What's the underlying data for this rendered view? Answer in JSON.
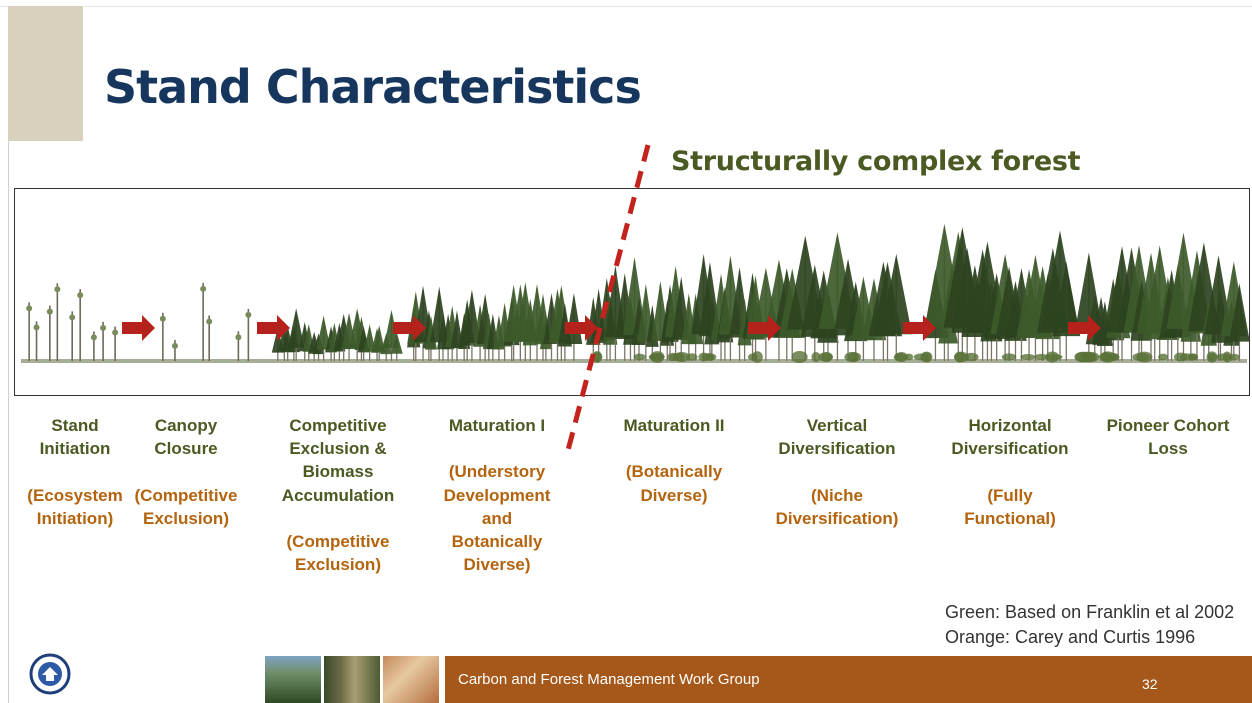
{
  "slide": {
    "title": "Stand Characteristics",
    "complex_label": "Structurally complex forest",
    "credits": [
      "Green: Based on Franklin et al 2002",
      "Orange: Carey and Curtis 1996"
    ],
    "footer_text": "Carbon and Forest Management Work Group",
    "page_number": "32"
  },
  "stages": [
    {
      "green": [
        "Stand",
        "Initiation"
      ],
      "orange": [
        "(Ecosystem",
        "Initiation)"
      ],
      "spacer": 1
    },
    {
      "green": [
        "Canopy",
        "Closure"
      ],
      "orange": [
        "(Competitive",
        "Exclusion)"
      ],
      "spacer": 1
    },
    {
      "green": [
        "Competitive",
        "Exclusion &",
        "Biomass",
        "Accumulation"
      ],
      "orange": [
        "(Competitive",
        "Exclusion)"
      ],
      "spacer": 1
    },
    {
      "green": [
        "Maturation I"
      ],
      "orange": [
        "(Understory",
        "Development",
        "and",
        "Botanically",
        "Diverse)"
      ],
      "spacer": 1
    },
    {
      "green": [
        "Maturation II"
      ],
      "orange": [
        "(Botanically",
        "Diverse)"
      ],
      "spacer": 1
    },
    {
      "green": [
        "Vertical",
        "Diversification"
      ],
      "orange": [
        "(Niche",
        "Diversification)"
      ],
      "spacer": 1
    },
    {
      "green": [
        "Horizontal",
        "Diversification"
      ],
      "orange": [
        "(Fully",
        "Functional)"
      ],
      "spacer": 1
    },
    {
      "green": [
        "Pioneer Cohort",
        "Loss"
      ],
      "orange": [],
      "spacer": 0
    }
  ],
  "colors": {
    "title": "#17365d",
    "green": "#4a5a22",
    "orange": "#b4640f",
    "arrow": "#b5221c",
    "footer": "#a6581a",
    "beige": "#d8d1bd"
  },
  "icons": [
    "arrow-right-icon",
    "dashed-divider",
    "agency-seal-logo"
  ]
}
